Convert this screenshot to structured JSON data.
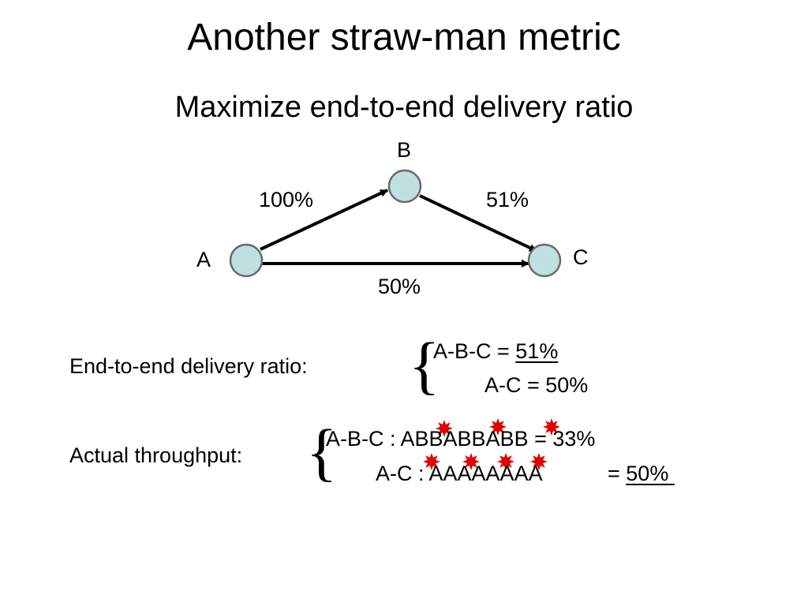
{
  "slide": {
    "title": "Another straw-man metric",
    "subtitle": "Maximize end-to-end delivery ratio"
  },
  "diagram": {
    "nodes": [
      {
        "id": "A",
        "label": "A"
      },
      {
        "id": "B",
        "label": "B"
      },
      {
        "id": "C",
        "label": "C"
      }
    ],
    "edges": [
      {
        "from": "A",
        "to": "B",
        "label": "100%"
      },
      {
        "from": "B",
        "to": "C",
        "label": "51%"
      },
      {
        "from": "A",
        "to": "C",
        "label": "50%"
      }
    ],
    "node_fill": "#bfe0e0",
    "node_stroke": "#6a6a6a"
  },
  "delivery_ratio": {
    "label": "End-to-end delivery ratio:",
    "abc_prefix": "A-B-C = ",
    "abc_value": "51%",
    "ac_text": "A-C = 50%"
  },
  "throughput": {
    "label": "Actual throughput:",
    "abc_text": "A-B-C : ABBABBABB = 33%",
    "ac_prefix": "A-C : AAAAAAAA",
    "ac_equals": "= ",
    "ac_value": "50% "
  },
  "colors": {
    "burst": "#e00000",
    "text": "#000000"
  }
}
